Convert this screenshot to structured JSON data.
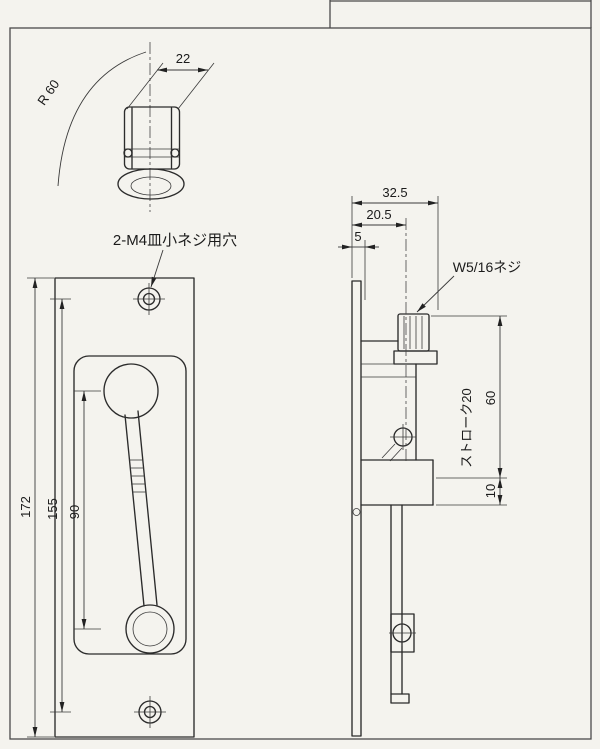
{
  "page": {
    "paper_color": "#f4f3ee",
    "line_color": "#2b2b2b",
    "description": "Technical drawing of a flush door bolt (sliding latch) with three views"
  },
  "views": {
    "top": {
      "radius_label": "R 60",
      "width_dim": "22"
    },
    "front": {
      "screw_hole_note": "2-M4皿小ネジ用穴",
      "overall_height_dim": "172",
      "hole_pitch_dim": "155",
      "handle_travel_dim": "90"
    },
    "side": {
      "overall_depth_dim": "32.5",
      "center_offset_dim": "20.5",
      "plate_thickness_dim": "5",
      "thread_label": "W5/16ネジ",
      "stroke_label": "ストローク20",
      "upper_length_dim": "60",
      "lower_length_dim": "10"
    }
  }
}
